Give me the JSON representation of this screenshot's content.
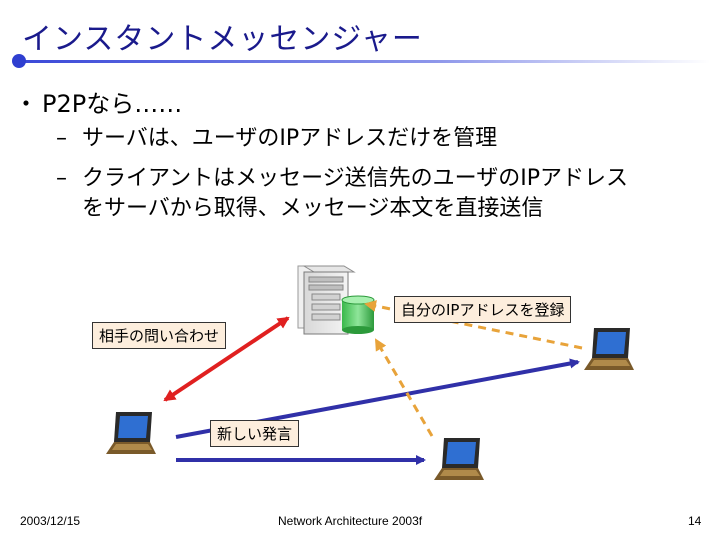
{
  "slide": {
    "title": "インスタントメッセンジャー",
    "bullet": "P2Pなら……",
    "bullet_marker": "・",
    "sub_marker": "–",
    "sub1": "サーバは、ユーザのIPアドレスだけを管理",
    "sub2_line1": "クライアントはメッセージ送信先のユーザのIPアドレス",
    "sub2_line2": "をサーバから取得、メッセージ本文を直接送信"
  },
  "diagram": {
    "label_register": "自分のIPアドレスを登録",
    "label_query": "相手の問い合わせ",
    "label_new_message": "新しい発言",
    "colors": {
      "query_arrow": "#e02020",
      "message_arrow": "#3030a8",
      "register_arrow": "#e8a33a"
    }
  },
  "footer": {
    "date": "2003/12/15",
    "course": "Network Architecture 2003f",
    "page": "14"
  }
}
